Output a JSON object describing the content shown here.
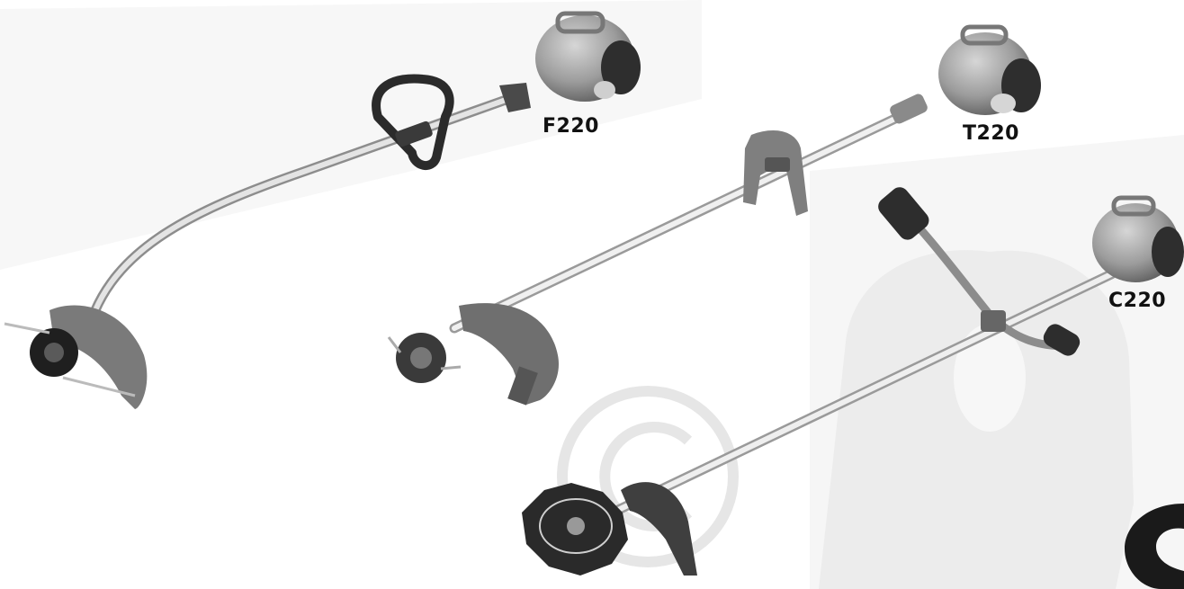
{
  "products": [
    {
      "model": "F220",
      "type": "curved-shaft-trimmer"
    },
    {
      "model": "T220",
      "type": "straight-shaft-trimmer"
    },
    {
      "model": "C220",
      "type": "bike-handle-brushcutter"
    }
  ],
  "colors": {
    "metal": "#c8c8c8",
    "metal_dark": "#8a8a8a",
    "engine": "#9a9a9a",
    "plastic_dark": "#2e2e2e",
    "guard": "#6d6d6d",
    "watermark": "#ebebeb"
  },
  "icons": [
    "copyright-watermark-icon",
    "logo-fragment-icon"
  ]
}
